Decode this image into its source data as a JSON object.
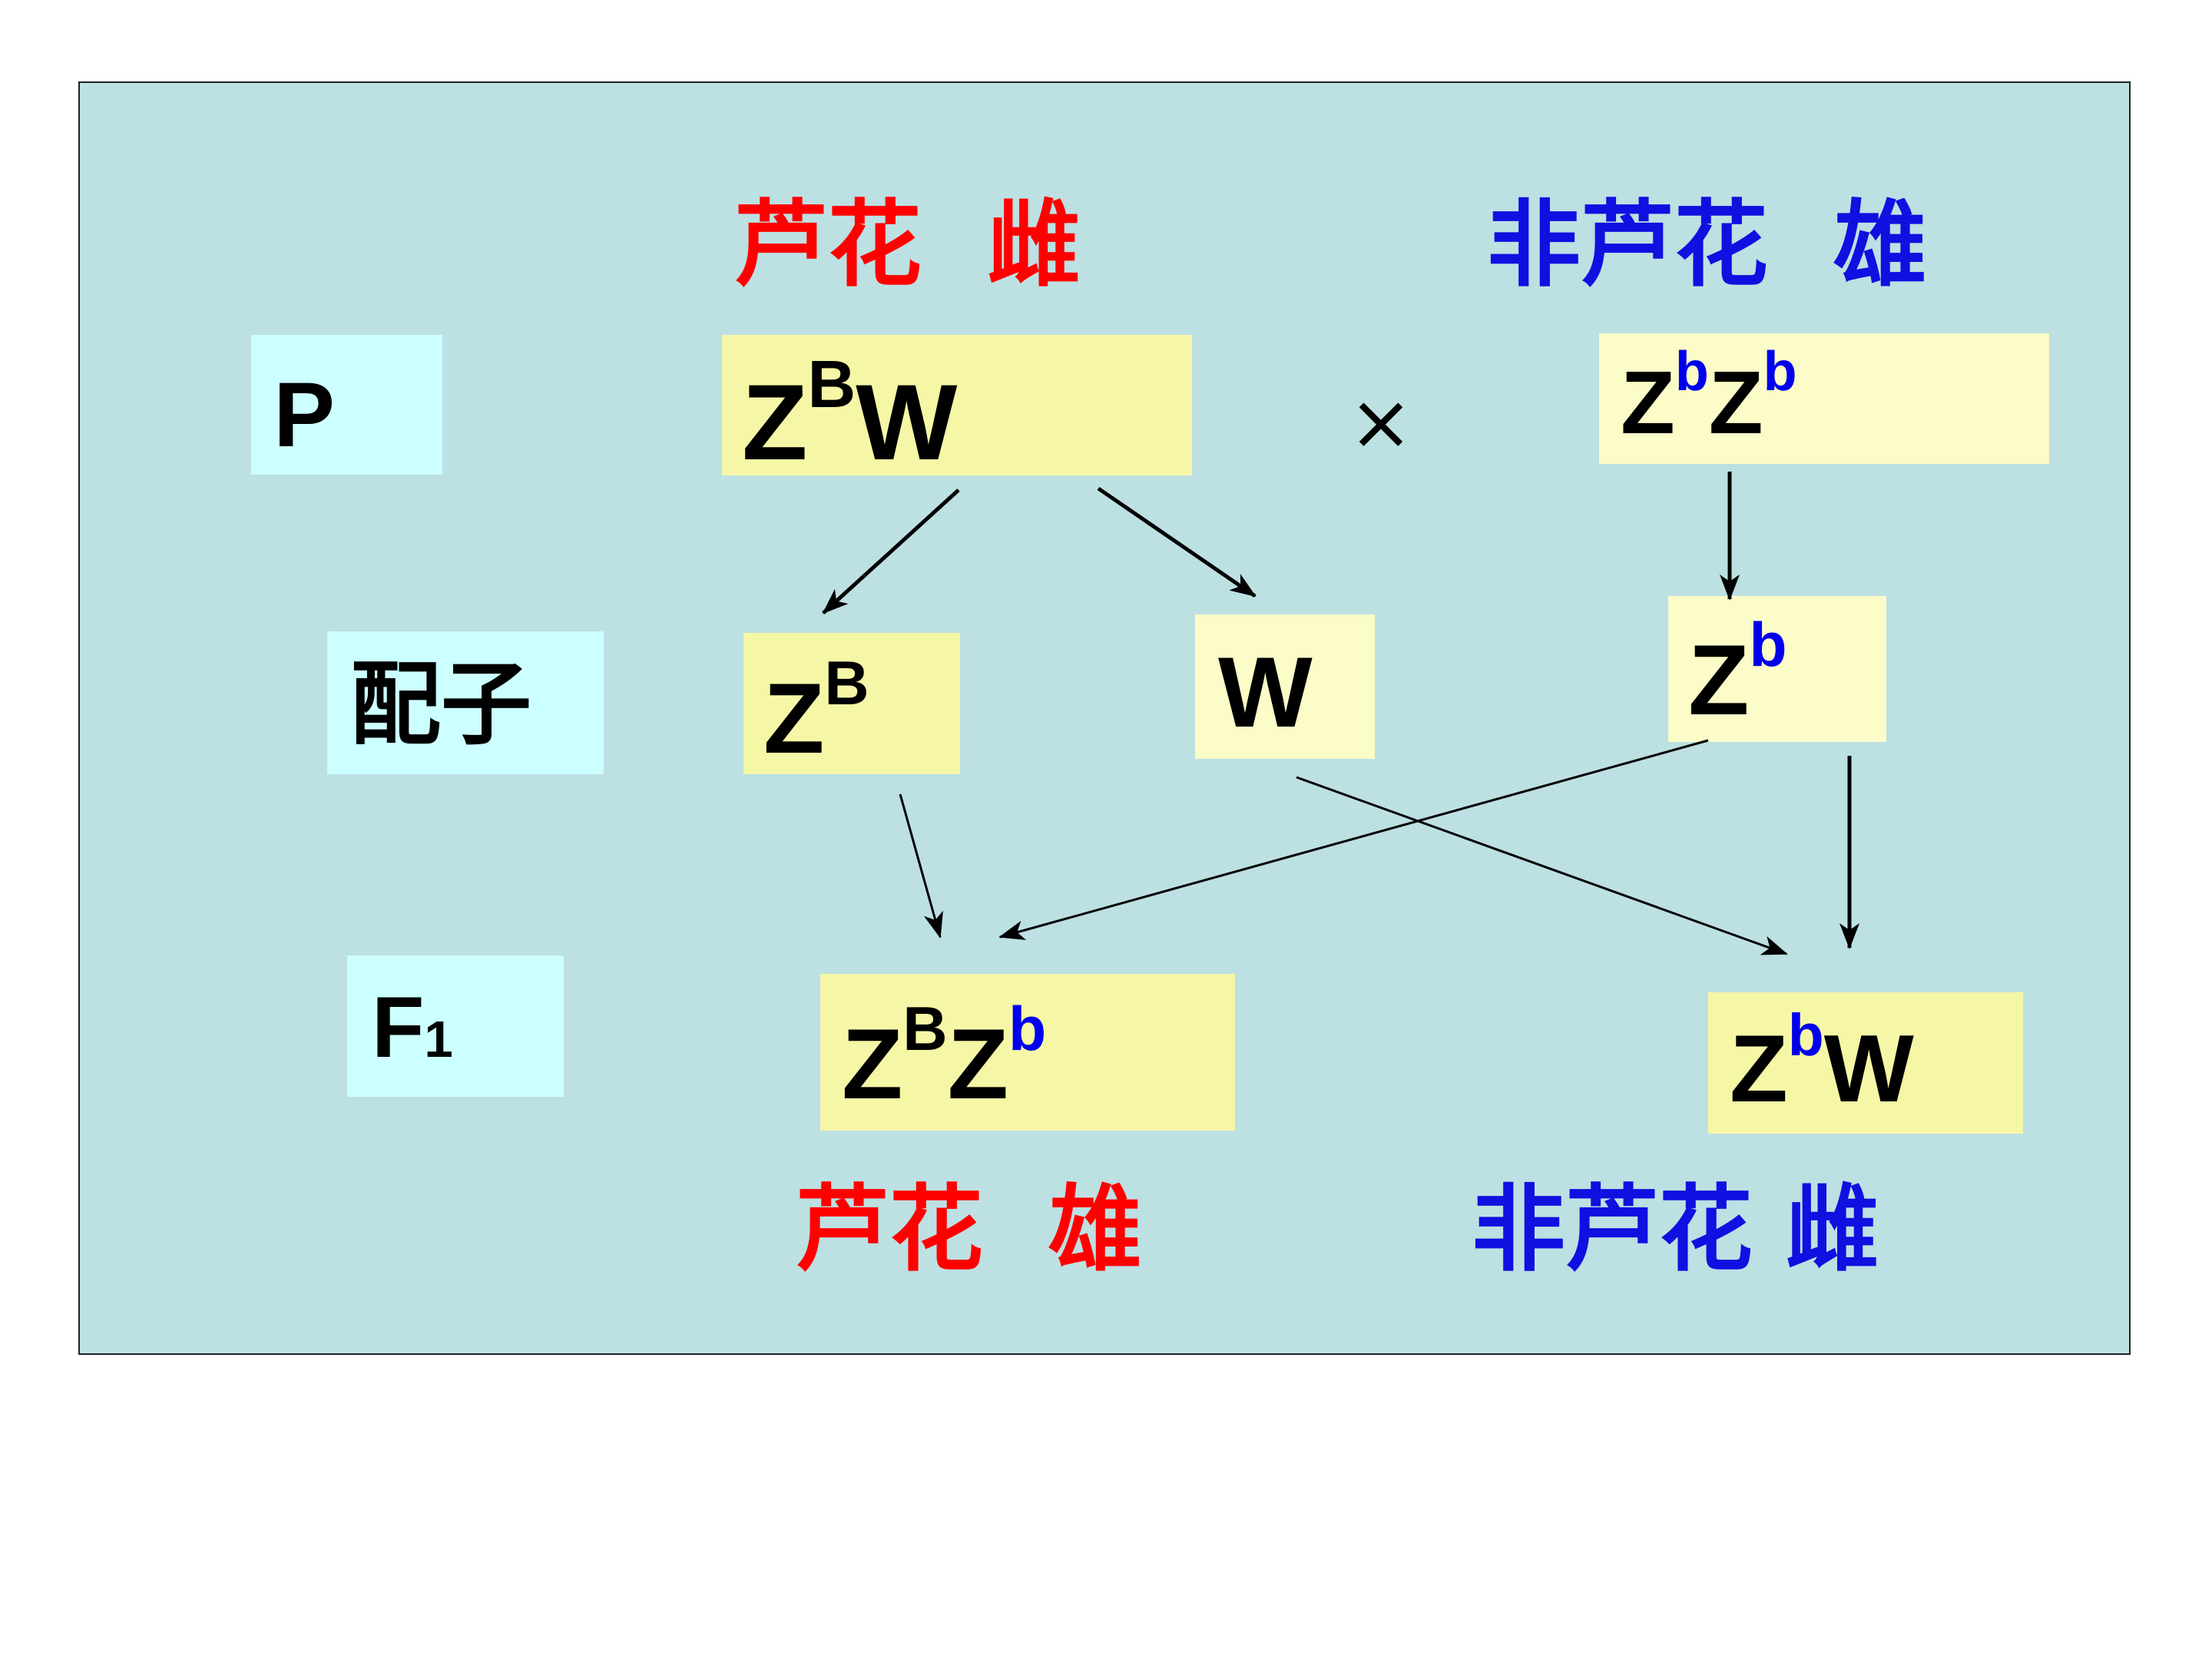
{
  "generations": {
    "p": "P",
    "gamete": "配子",
    "f1": "F",
    "f1_sub": "1"
  },
  "cross_symbol": "×",
  "parents": {
    "female_phenotype": "芦花  雌",
    "male_phenotype": "非芦花  雄",
    "female_genotype": {
      "base1": "Z",
      "sup1": "B",
      "base2": "W"
    },
    "male_genotype": {
      "base1": "Z",
      "sup1": "b",
      "base2": "Z",
      "sup2": "b"
    }
  },
  "gametes": {
    "zB": {
      "base": "Z",
      "sup": "B"
    },
    "w": {
      "base": "W"
    },
    "zb": {
      "base": "Z",
      "sup": "b"
    }
  },
  "offspring": {
    "male_genotype": {
      "base1": "Z",
      "sup1": "B",
      "base2": "Z",
      "sup2": "b"
    },
    "female_genotype": {
      "base1": "Z",
      "sup1": "b",
      "base2": "W"
    },
    "male_phenotype": "芦花  雄",
    "female_phenotype": "非芦花 雌"
  },
  "colors": {
    "panel_bg": "#bde0e3",
    "label_box": "#ccffff",
    "genotype_box": "#f6f7a6",
    "red_text": "#ff0000",
    "blue_text": "#1010e0",
    "lowercase_superscript": "#0000ee"
  }
}
